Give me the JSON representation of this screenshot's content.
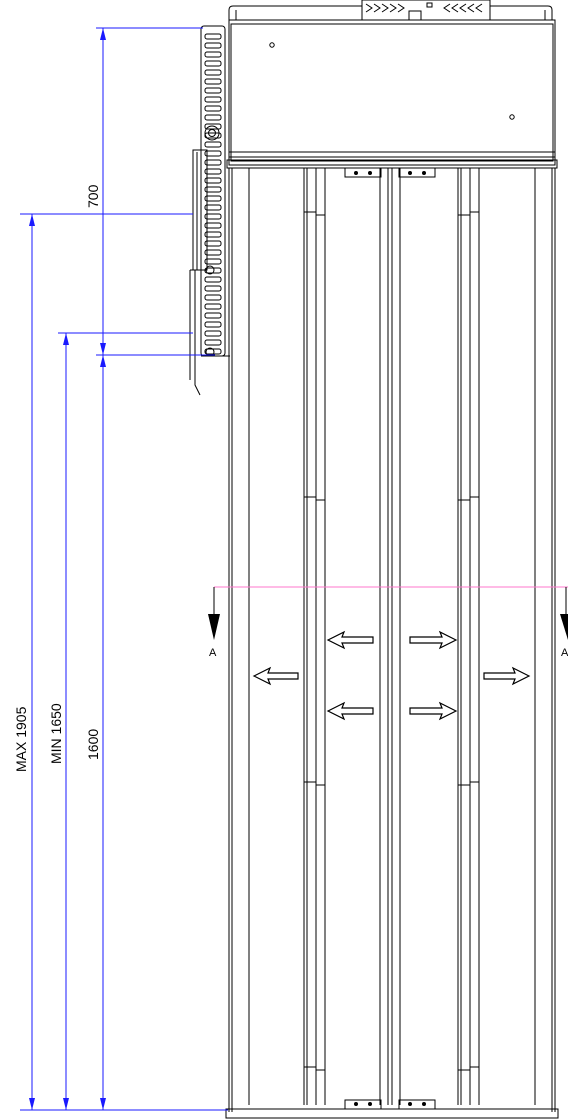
{
  "dimensions": {
    "d700": "700",
    "d1600": "1600",
    "min": "MIN 1650",
    "max": "MAX 1905"
  },
  "section": {
    "left": "A",
    "right": "A"
  },
  "colors": {
    "dimension_line": "#1a1aff",
    "section_line": "#ff77cc",
    "drawing_line": "#000000"
  },
  "icons": {
    "flow_arrow": "left-right-arrow-icon"
  }
}
